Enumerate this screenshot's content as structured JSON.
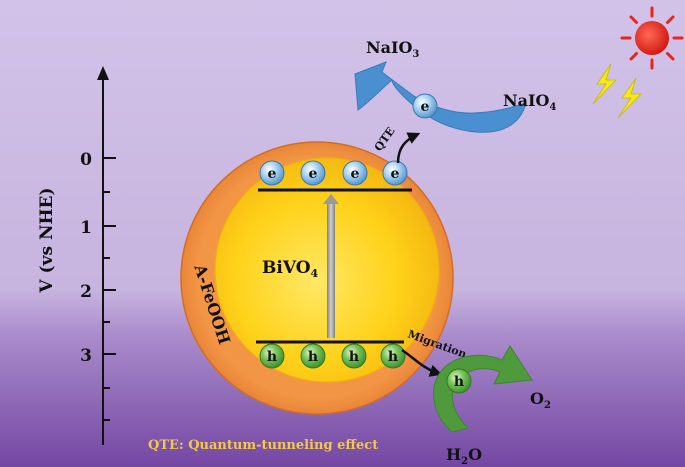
{
  "axis": {
    "label": "V (vs NHE)",
    "ticks": [
      "0",
      "1",
      "2",
      "3"
    ]
  },
  "labels": {
    "core": "BiVO",
    "core_sub": "4",
    "shell": "A-FeOOH",
    "qte": "QTE",
    "migration": "Migration",
    "naio3": "NaIO",
    "naio3_sub": "3",
    "naio4": "NaIO",
    "naio4_sub": "4",
    "o2": "O",
    "o2_sub": "2",
    "h2o_a": "H",
    "h2o_sub": "2",
    "h2o_b": "O",
    "footnote": "QTE: Quantum-tunneling effect"
  },
  "particles": {
    "electron": "e",
    "hole": "h"
  },
  "colors": {
    "bg_top": "#c8b6e0",
    "bg_bottom": "#7b4aa8",
    "shell": "#ef8c3d",
    "core": "#ffd21a",
    "electron": "#7fb6e6",
    "hole": "#5fb34a",
    "blue_arrow": "#4a8fd0",
    "green_arrow": "#4f9a3c",
    "sun": "#e8241c",
    "lightning": "#f4e81a",
    "footnote": "#f2c84b"
  }
}
